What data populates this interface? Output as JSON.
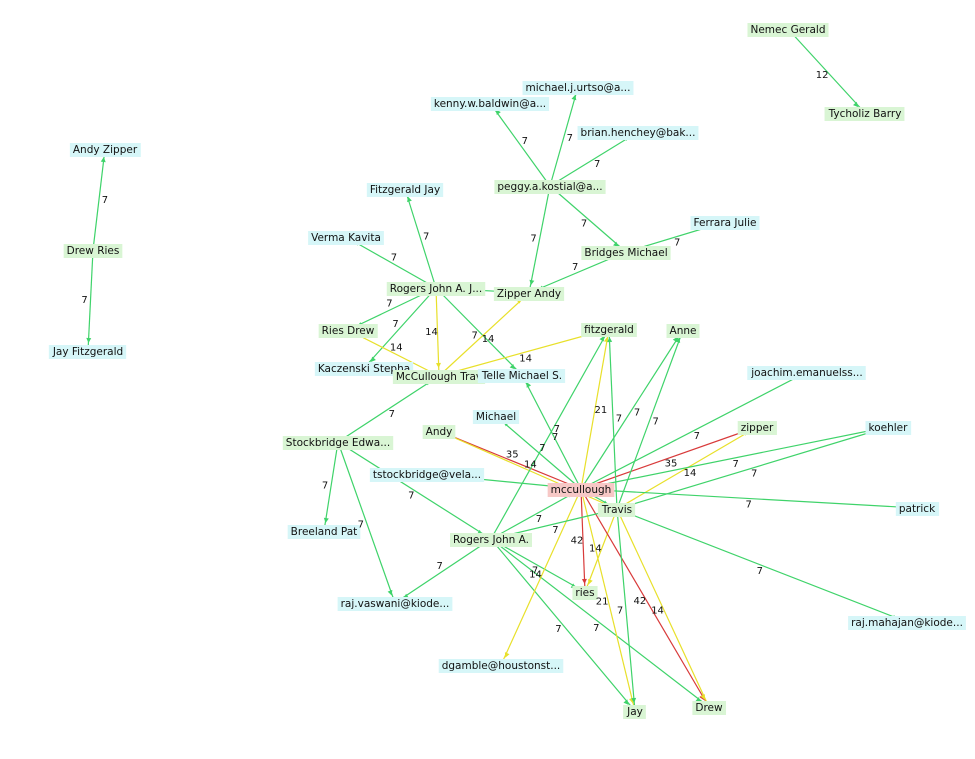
{
  "colors": {
    "node_person": "#d9f5d4",
    "node_email": "#d6f6f8",
    "node_center": "#f7c8c6",
    "edge_green": "#3fd36a",
    "edge_yellow": "#e8e02a",
    "edge_red": "#d83a3a"
  },
  "nodes": [
    {
      "id": "nemec",
      "label": "Nemec  Gerald",
      "kind": "person"
    },
    {
      "id": "tycholiz",
      "label": "Tycholiz  Barry",
      "kind": "person"
    },
    {
      "id": "urtso",
      "label": "michael.j.urtso@a...",
      "kind": "email"
    },
    {
      "id": "baldwin",
      "label": "kenny.w.baldwin@a...",
      "kind": "email"
    },
    {
      "id": "henchey",
      "label": "brian.henchey@bak...",
      "kind": "email"
    },
    {
      "id": "kostial",
      "label": "peggy.a.kostial@a...",
      "kind": "person"
    },
    {
      "id": "andyzipper",
      "label": "Andy Zipper",
      "kind": "email"
    },
    {
      "id": "drewries",
      "label": "Drew Ries",
      "kind": "person"
    },
    {
      "id": "jayfitz",
      "label": "Jay Fitzgerald",
      "kind": "email"
    },
    {
      "id": "fitzjay",
      "label": "Fitzgerald  Jay",
      "kind": "email"
    },
    {
      "id": "verma",
      "label": "Verma  Kavita",
      "kind": "email"
    },
    {
      "id": "ferrara",
      "label": "Ferrara  Julie",
      "kind": "email"
    },
    {
      "id": "bridges",
      "label": "Bridges  Michael",
      "kind": "person"
    },
    {
      "id": "rogersj",
      "label": "Rogers  John A. J...",
      "kind": "person"
    },
    {
      "id": "zipperandy",
      "label": "Zipper  Andy",
      "kind": "person"
    },
    {
      "id": "riesdrew",
      "label": "Ries  Drew",
      "kind": "person"
    },
    {
      "id": "fitzgerald",
      "label": "fitzgerald",
      "kind": "person"
    },
    {
      "id": "anne",
      "label": "Anne",
      "kind": "person"
    },
    {
      "id": "kaczenski",
      "label": "Kaczenski  Stepha",
      "kind": "email"
    },
    {
      "id": "mccullough_trav",
      "label": "McCullough  Trav",
      "kind": "person"
    },
    {
      "id": "telle",
      "label": "Telle  Michael S.",
      "kind": "email"
    },
    {
      "id": "joachim",
      "label": "joachim.emanuelss...",
      "kind": "email"
    },
    {
      "id": "michael",
      "label": "Michael",
      "kind": "email"
    },
    {
      "id": "andy",
      "label": "Andy",
      "kind": "person"
    },
    {
      "id": "stockbridge",
      "label": "Stockbridge  Edwa...",
      "kind": "person"
    },
    {
      "id": "zipper",
      "label": "zipper",
      "kind": "person"
    },
    {
      "id": "koehler",
      "label": "koehler",
      "kind": "email"
    },
    {
      "id": "tstockbridge",
      "label": "tstockbridge@vela...",
      "kind": "email"
    },
    {
      "id": "mccullough",
      "label": "mccullough",
      "kind": "center"
    },
    {
      "id": "travis",
      "label": "Travis",
      "kind": "person"
    },
    {
      "id": "patrick",
      "label": "patrick",
      "kind": "email"
    },
    {
      "id": "breeland",
      "label": "Breeland  Pat",
      "kind": "email"
    },
    {
      "id": "rogers",
      "label": "Rogers  John A.",
      "kind": "person"
    },
    {
      "id": "ries",
      "label": "ries",
      "kind": "person"
    },
    {
      "id": "vaswani",
      "label": "raj.vaswani@kiode...",
      "kind": "email"
    },
    {
      "id": "mahajan",
      "label": "raj.mahajan@kiode...",
      "kind": "email"
    },
    {
      "id": "dgamble",
      "label": "dgamble@houstonst...",
      "kind": "email"
    },
    {
      "id": "jay",
      "label": "Jay",
      "kind": "person"
    },
    {
      "id": "drew",
      "label": "Drew",
      "kind": "person"
    }
  ],
  "edges": [
    {
      "from": "nemec",
      "to": "tycholiz",
      "weight": "12",
      "color": "green"
    },
    {
      "from": "drewries",
      "to": "andyzipper",
      "weight": "7",
      "color": "green"
    },
    {
      "from": "drewries",
      "to": "jayfitz",
      "weight": "7",
      "color": "green"
    },
    {
      "from": "kostial",
      "to": "urtso",
      "weight": "7",
      "color": "green"
    },
    {
      "from": "kostial",
      "to": "baldwin",
      "weight": "7",
      "color": "green"
    },
    {
      "from": "kostial",
      "to": "henchey",
      "weight": "7",
      "color": "green"
    },
    {
      "from": "kostial",
      "to": "zipperandy",
      "weight": "7",
      "color": "green"
    },
    {
      "from": "kostial",
      "to": "bridges",
      "weight": "7",
      "color": "green"
    },
    {
      "from": "bridges",
      "to": "ferrara",
      "weight": "7",
      "color": "green"
    },
    {
      "from": "bridges",
      "to": "zipperandy",
      "weight": "7",
      "color": "green"
    },
    {
      "from": "rogersj",
      "to": "fitzjay",
      "weight": "7",
      "color": "green"
    },
    {
      "from": "rogersj",
      "to": "verma",
      "weight": "7",
      "color": "green"
    },
    {
      "from": "rogersj",
      "to": "zipperandy",
      "weight": "",
      "color": "green"
    },
    {
      "from": "rogersj",
      "to": "riesdrew",
      "weight": "7",
      "color": "green"
    },
    {
      "from": "rogersj",
      "to": "kaczenski",
      "weight": "7",
      "color": "green"
    },
    {
      "from": "rogersj",
      "to": "mccullough_trav",
      "weight": "14",
      "color": "yellow"
    },
    {
      "from": "rogersj",
      "to": "telle",
      "weight": "7",
      "color": "green"
    },
    {
      "from": "mccullough_trav",
      "to": "riesdrew",
      "weight": "14",
      "color": "yellow"
    },
    {
      "from": "mccullough_trav",
      "to": "zipperandy",
      "weight": "14",
      "color": "yellow"
    },
    {
      "from": "mccullough_trav",
      "to": "fitzgerald",
      "weight": "14",
      "color": "yellow"
    },
    {
      "from": "stockbridge",
      "to": "mccullough_trav",
      "weight": "7",
      "color": "green"
    },
    {
      "from": "stockbridge",
      "to": "breeland",
      "weight": "7",
      "color": "green"
    },
    {
      "from": "stockbridge",
      "to": "vaswani",
      "weight": "7",
      "color": "green"
    },
    {
      "from": "stockbridge",
      "to": "rogers",
      "weight": "7",
      "color": "green"
    },
    {
      "from": "rogers",
      "to": "vaswani",
      "weight": "7",
      "color": "green"
    },
    {
      "from": "mccullough",
      "to": "michael",
      "weight": "7",
      "color": "green"
    },
    {
      "from": "mccullough",
      "to": "andy",
      "weight": "35",
      "color": "red"
    },
    {
      "from": "travis",
      "to": "andy",
      "weight": "14",
      "color": "yellow"
    },
    {
      "from": "mccullough",
      "to": "tstockbridge",
      "weight": "",
      "color": "green"
    },
    {
      "from": "mccullough",
      "to": "telle",
      "weight": "7",
      "color": "green"
    },
    {
      "from": "mccullough",
      "to": "zipper",
      "weight": "35",
      "color": "red"
    },
    {
      "from": "travis",
      "to": "zipper",
      "weight": "14",
      "color": "yellow"
    },
    {
      "from": "mccullough",
      "to": "joachim",
      "weight": "7",
      "color": "green"
    },
    {
      "from": "mccullough",
      "to": "koehler",
      "weight": "7",
      "color": "green"
    },
    {
      "from": "travis",
      "to": "koehler",
      "weight": "7",
      "color": "green"
    },
    {
      "from": "mccullough",
      "to": "patrick",
      "weight": "7",
      "color": "green"
    },
    {
      "from": "travis",
      "to": "mahajan",
      "weight": "7",
      "color": "green"
    },
    {
      "from": "mccullough",
      "to": "anne",
      "weight": "7",
      "color": "green"
    },
    {
      "from": "travis",
      "to": "anne",
      "weight": "7",
      "color": "green"
    },
    {
      "from": "mccullough",
      "to": "fitzgerald",
      "weight": "21",
      "color": "yellow"
    },
    {
      "from": "travis",
      "to": "fitzgerald",
      "weight": "7",
      "color": "green"
    },
    {
      "from": "rogers",
      "to": "fitzgerald",
      "weight": "7",
      "color": "green"
    },
    {
      "from": "mccullough",
      "to": "ries",
      "weight": "42",
      "color": "red"
    },
    {
      "from": "travis",
      "to": "ries",
      "weight": "14",
      "color": "yellow"
    },
    {
      "from": "rogers",
      "to": "ries",
      "weight": "7",
      "color": "green"
    },
    {
      "from": "mccullough",
      "to": "drew",
      "weight": "42",
      "color": "red"
    },
    {
      "from": "travis",
      "to": "drew",
      "weight": "14",
      "color": "yellow"
    },
    {
      "from": "rogers",
      "to": "drew",
      "weight": "7",
      "color": "green"
    },
    {
      "from": "mccullough",
      "to": "jay",
      "weight": "21",
      "color": "yellow"
    },
    {
      "from": "travis",
      "to": "jay",
      "weight": "7",
      "color": "green"
    },
    {
      "from": "rogers",
      "to": "jay",
      "weight": "7",
      "color": "green"
    },
    {
      "from": "mccullough",
      "to": "dgamble",
      "weight": "14",
      "color": "yellow"
    },
    {
      "from": "rogers",
      "to": "mccullough",
      "weight": "7",
      "color": "green"
    },
    {
      "from": "rogers",
      "to": "travis",
      "weight": "7",
      "color": "green"
    },
    {
      "from": "mccullough",
      "to": "travis",
      "weight": "",
      "color": "green"
    }
  ]
}
